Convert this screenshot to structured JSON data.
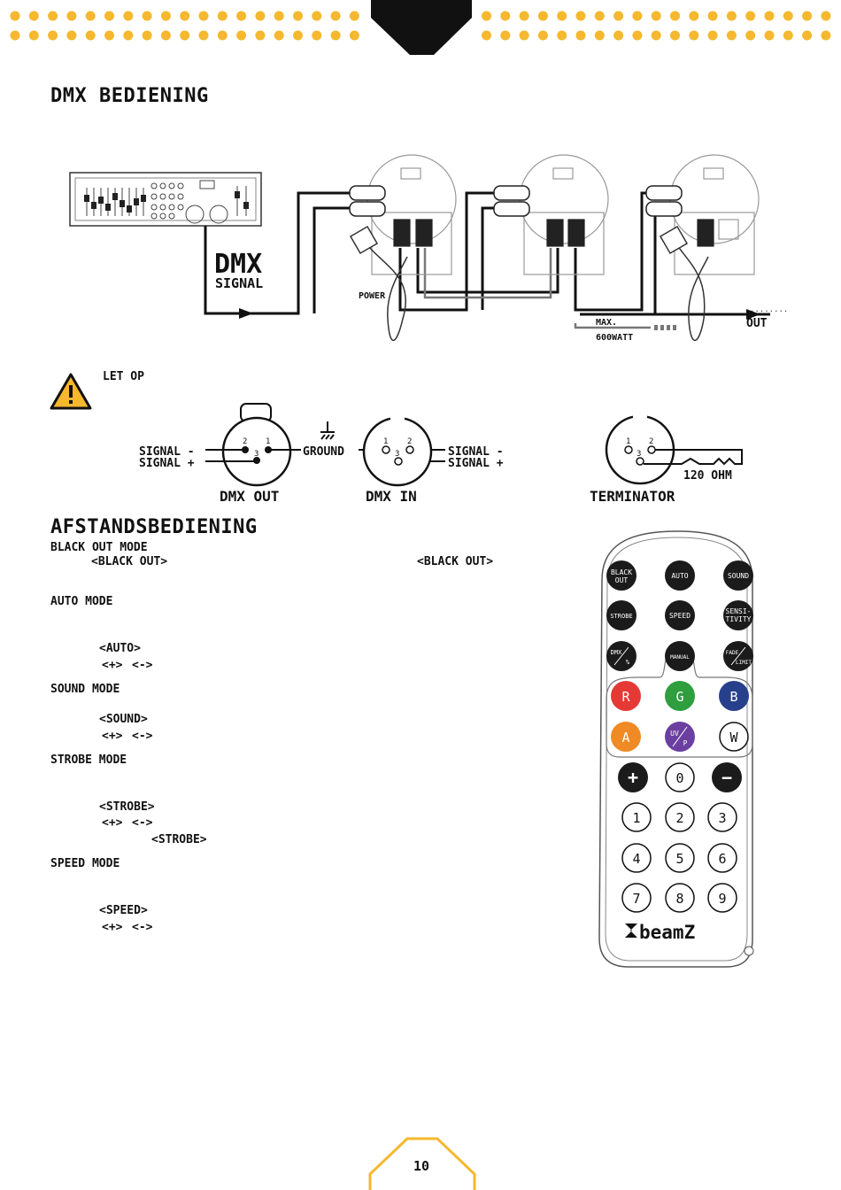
{
  "header": {
    "accent_color": "#f5b82e"
  },
  "sections": {
    "dmx_title": "DMX BEDIENING",
    "remote_title": "AFSTANDSBEDIENING"
  },
  "wiring": {
    "dmx_label": "DMX",
    "signal_label": "SIGNAL",
    "power_label": "POWER",
    "max_label": "MAX.",
    "watt_label": "600WATT",
    "out_label": "OUT"
  },
  "warning": {
    "label": "LET OP"
  },
  "connectors": {
    "signal_minus": "SIGNAL -",
    "signal_plus": "SIGNAL +",
    "ground": "GROUND",
    "dmx_out": "DMX OUT",
    "dmx_in": "DMX IN",
    "terminator": "TERMINATOR",
    "ohm": "120 OHM",
    "pin1": "1",
    "pin2": "2",
    "pin3": "3"
  },
  "modes": {
    "blackout_title": "BLACK OUT MODE",
    "blackout_btn_a": "<BLACK OUT>",
    "blackout_btn_b": "<BLACK OUT>",
    "auto_title": "AUTO MODE",
    "auto_btn": "<AUTO>",
    "plus": "<+>",
    "minus": "<->",
    "sound_title": "SOUND MODE",
    "sound_btn": "<SOUND>",
    "strobe_title": "STROBE MODE",
    "strobe_btn": "<STROBE>",
    "strobe_btn_b": "<STROBE>",
    "speed_title": "SPEED MODE",
    "speed_btn": "<SPEED>"
  },
  "remote": {
    "buttons": {
      "black": "BLACK",
      "out": "OUT",
      "auto": "AUTO",
      "sound": "SOUND",
      "strobe": "STROBE",
      "speed": "SPEED",
      "sensi": "SENSI-",
      "tivity": "TIVITY",
      "dmx": "DMX",
      "percent": "%",
      "manual": "MANUAL",
      "fade": "FADE",
      "limit": "LIMIT",
      "r": "R",
      "g": "G",
      "b": "B",
      "a": "A",
      "uv": "UV",
      "p": "P",
      "w": "W",
      "plus": "+",
      "zero": "0",
      "minus": "−",
      "n1": "1",
      "n2": "2",
      "n3": "3",
      "n4": "4",
      "n5": "5",
      "n6": "6",
      "n7": "7",
      "n8": "8",
      "n9": "9"
    },
    "brand": "beamZ",
    "colors": {
      "r": "#e53935",
      "g": "#2e9e3f",
      "b": "#27408b",
      "a": "#f08a24",
      "uv": "#6b3fa0"
    }
  },
  "footer": {
    "page_number": "10"
  }
}
